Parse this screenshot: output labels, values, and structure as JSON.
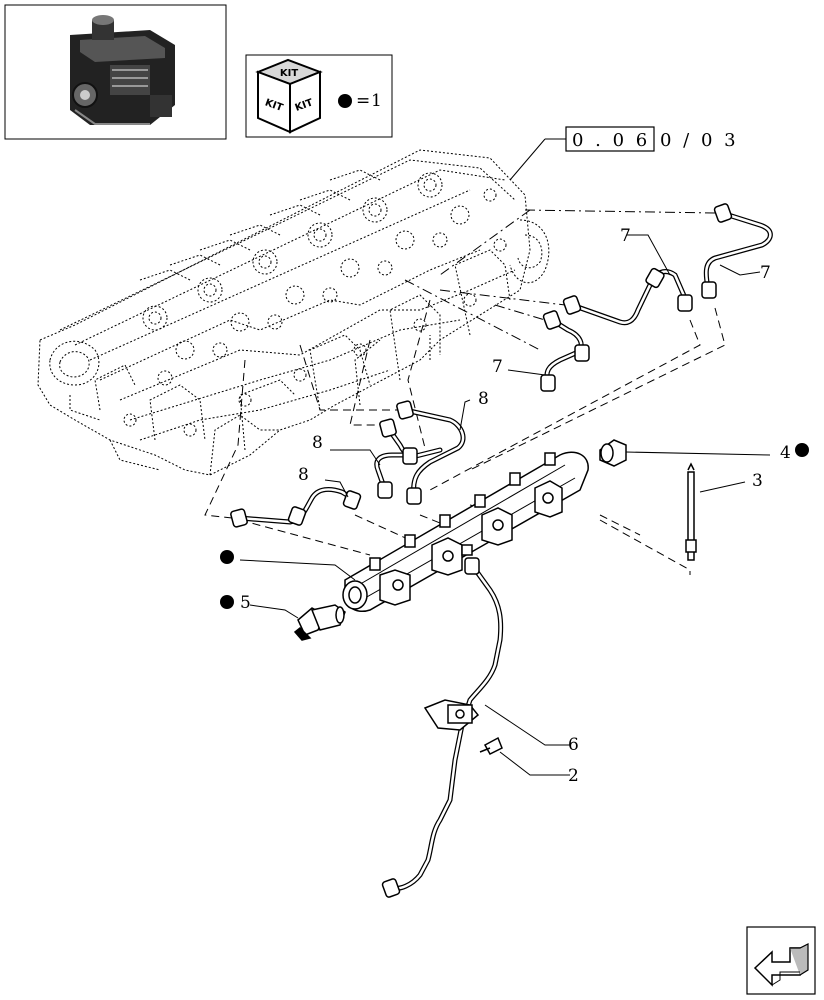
{
  "thumbnail": {
    "icon": "engine-thumbnail"
  },
  "kit_legend": {
    "kit_top": "KIT",
    "kit_left": "KIT",
    "kit_right": "KIT",
    "equals": "=",
    "number": "1"
  },
  "reference": {
    "boxed": "0 . 0 6",
    "suffix": "0 / 0 3"
  },
  "callouts": {
    "p2": "2",
    "p3": "3",
    "p4": "4",
    "p5": "5",
    "p6": "6",
    "p7a": "7",
    "p7b": "7",
    "p7c": "7",
    "p8a": "8",
    "p8b": "8",
    "p8c": "8"
  },
  "nav": {
    "icon": "next-page-arrow-icon"
  }
}
